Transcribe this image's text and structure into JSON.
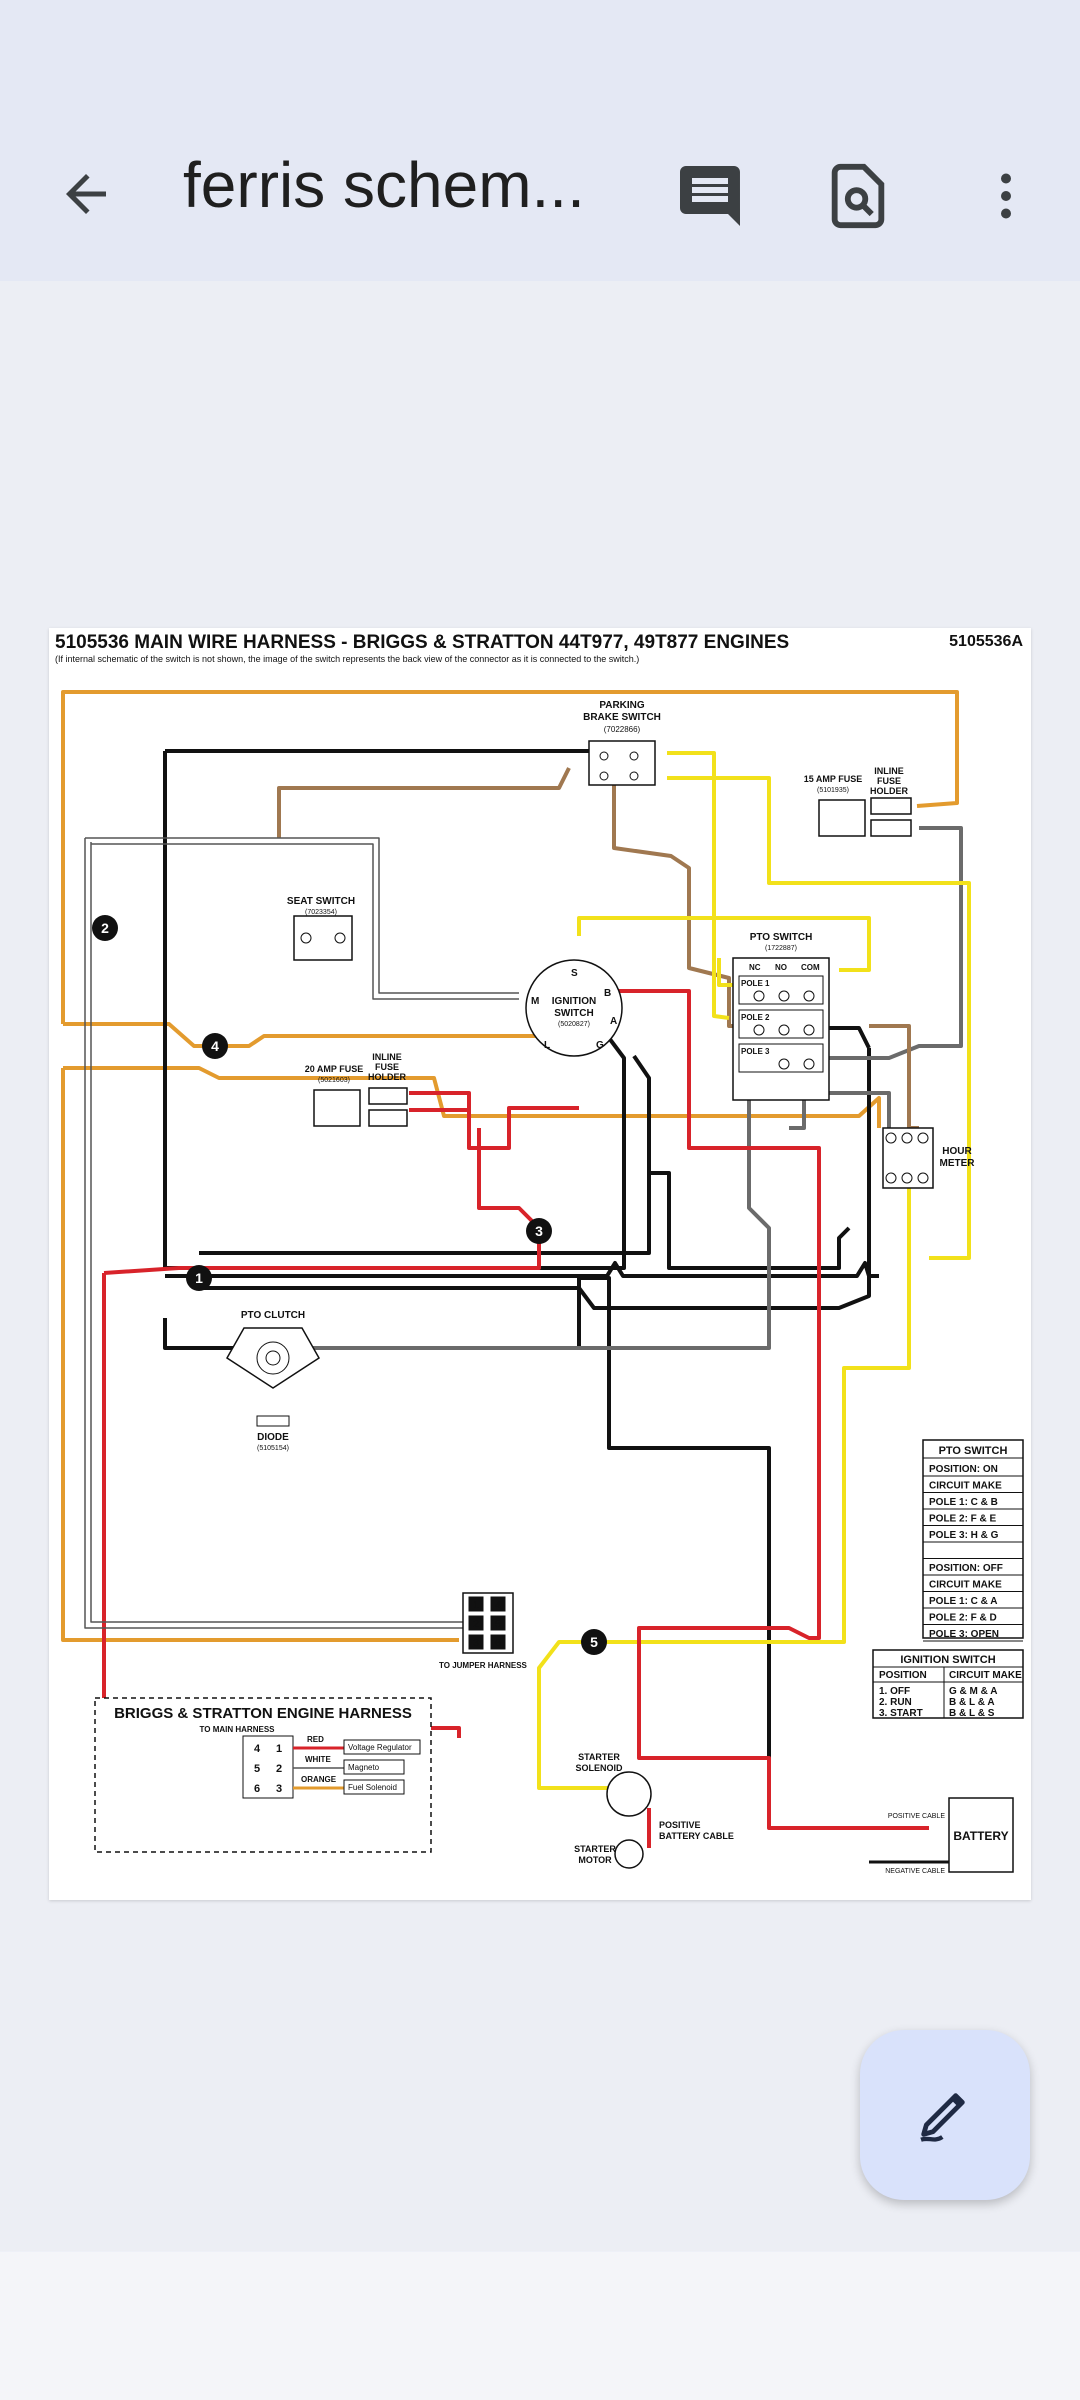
{
  "app": {
    "title": "ferris schem...",
    "icons": {
      "back": "arrow-back-icon",
      "comments": "comment-icon",
      "find": "search-in-document-icon",
      "more": "more-vert-icon",
      "edit": "edit-pen-icon"
    },
    "accent": "#d9e2fb"
  },
  "schematic": {
    "title": "5105536 MAIN WIRE HARNESS - BRIGGS & STRATTON 44T977, 49T877 ENGINES",
    "part_no": "5105536A",
    "note": "(If internal schematic of the switch is not shown, the image of the switch represents the back view of the connector as it is connected to the switch.)",
    "components": {
      "parking_brake": {
        "name": "PARKING BRAKE SWITCH",
        "part": "(7022866)"
      },
      "seat_switch": {
        "name": "SEAT SWITCH",
        "part": "(7023354)"
      },
      "ignition": {
        "name": "IGNITION SWITCH",
        "part": "(5020827)"
      },
      "pto_switch": {
        "name": "PTO SWITCH",
        "part": "(1722887)"
      },
      "fuse15": {
        "name": "15 AMP FUSE",
        "part": "(5101935)"
      },
      "inline_fuse_holder": "INLINE FUSE HOLDER",
      "fuse20": {
        "name": "20 AMP FUSE",
        "part": "(5021603)"
      },
      "hour_meter": "HOUR METER",
      "pto_clutch": "PTO CLUTCH",
      "diode": {
        "name": "DIODE",
        "part": "(5105154)"
      },
      "starter_solenoid": "STARTER SOLENOID",
      "starter_motor": "STARTER MOTOR",
      "battery": "BATTERY",
      "positive_battery_cable": "POSITIVE BATTERY CABLE",
      "positive_cable": "POSITIVE CABLE",
      "negative_cable": "NEGATIVE CABLE",
      "to_jumper_harness": "TO JUMPER HARNESS"
    },
    "wire_colors": {
      "RED": "#d8232a",
      "YELLOW": "#f2e11a",
      "ORANGE": "#e39b2e",
      "BROWN": "#a07850",
      "GRAY": "#6b6b6b",
      "BLACK": "#111111",
      "WHITE": "#ffffff"
    },
    "pto_table": {
      "header": "PTO SWITCH",
      "rows": [
        "POSITION: ON",
        "CIRCUIT MAKE",
        "POLE 1: C & B",
        "POLE 2: F & E",
        "POLE 3: H & G",
        "",
        "POSITION: OFF",
        "CIRCUIT MAKE",
        "POLE 1: C & A",
        "POLE 2: F & D",
        "POLE 3: OPEN"
      ]
    },
    "ignition_table": {
      "header": "IGNITION SWITCH",
      "columns": [
        "POSITION",
        "CIRCUIT MAKE"
      ],
      "rows": [
        [
          "1. OFF",
          "G & M & A"
        ],
        [
          "2. RUN",
          "B & L & A"
        ],
        [
          "3. START",
          "B & L & S"
        ]
      ]
    },
    "engine_harness": {
      "title": "BRIGGS & STRATTON ENGINE HARNESS",
      "to_main": "TO MAIN HARNESS",
      "rows": [
        {
          "pins": [
            "4",
            "1"
          ],
          "wire": "RED",
          "label": "Voltage Regulator"
        },
        {
          "pins": [
            "5",
            "2"
          ],
          "wire": "WHITE",
          "label": "Magneto"
        },
        {
          "pins": [
            "6",
            "3"
          ],
          "wire": "ORANGE",
          "label": "Fuel Solenoid"
        }
      ]
    }
  }
}
